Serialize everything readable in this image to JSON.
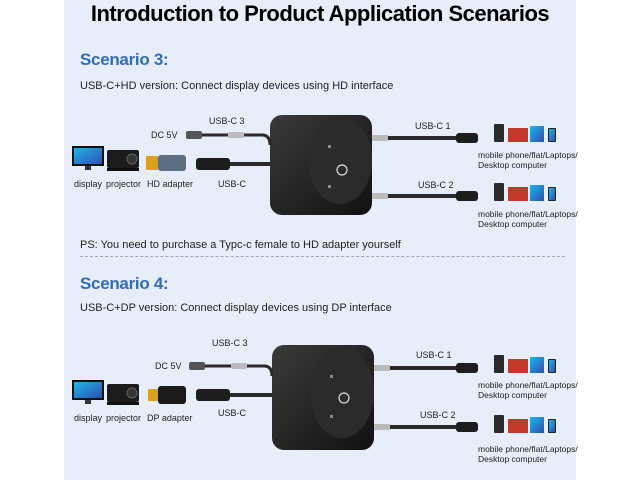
{
  "title": "Introduction to Product Application Scenarios",
  "scenario3": {
    "heading": "Scenario 3:",
    "description": "USB-C+HD version: Connect display devices using HD interface",
    "labels": {
      "usbc3": "USB-C 3",
      "dc5v": "DC 5V",
      "display": "display",
      "projector": "projector",
      "adapter": "HD adapter",
      "usbc": "USB-C",
      "usbc1": "USB-C 1",
      "usbc2": "USB-C 2",
      "devices1": "mobile phone/flat/Laptops/\nDesktop computer",
      "devices2": "mobile phone/flat/Laptops/\nDesktop computer"
    },
    "ps": "PS: You need to purchase a Typc-c female to HD adapter yourself"
  },
  "scenario4": {
    "heading": "Scenario 4:",
    "description": "USB-C+DP version: Connect display devices using DP interface",
    "labels": {
      "usbc3": "USB-C 3",
      "dc5v": "DC 5V",
      "display": "display",
      "projector": "projector",
      "adapter": "DP adapter",
      "usbc": "USB-C",
      "usbc1": "USB-C 1",
      "usbc2": "USB-C 2",
      "devices1": "mobile phone/flat/Laptops/\nDesktop computer",
      "devices2": "mobile phone/flat/Laptops/\nDesktop computer"
    }
  },
  "colors": {
    "heading_blue": "#2f6eb8",
    "hub_dark": "#1e1e1e",
    "cable": "#2a2a2a",
    "band": "#e8eef9"
  }
}
